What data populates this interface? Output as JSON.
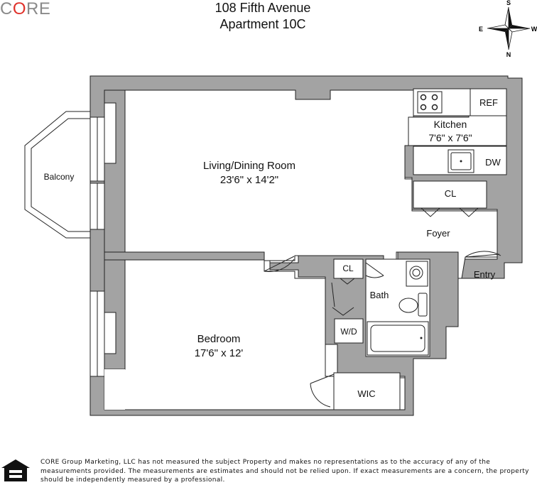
{
  "brand": {
    "name_pre": "C",
    "name_o": "O",
    "name_post": "RE",
    "accent_color": "#e0322b",
    "gray_color": "#8a8a8a"
  },
  "title": {
    "address": "108 Fifth Avenue",
    "unit": "Apartment 10C"
  },
  "compass": {
    "north": "N",
    "south": "S",
    "east": "E",
    "west": "W"
  },
  "rooms": {
    "living": {
      "name": "Living/Dining Room",
      "dims": "23'6\" x 14'2\""
    },
    "kitchen": {
      "name": "Kitchen",
      "dims": "7'6\" x 7'6\""
    },
    "bedroom": {
      "name": "Bedroom",
      "dims": "17'6\" x 12'"
    },
    "balcony": "Balcony",
    "closet_foyer": "CL",
    "foyer": "Foyer",
    "entry": "Entry",
    "closet_bath": "CL",
    "bath": "Bath",
    "washer_dryer": "W/D",
    "walk_in_closet": "WIC",
    "refrigerator": "REF",
    "dishwasher": "DW"
  },
  "footer": {
    "icon": "equal-housing-opportunity-icon",
    "disclaimer": "CORE Group Marketing, LLC has not measured the subject Property and makes no representations as to the accuracy of any of the measurements provided. The measurements are estimates and should not be relied upon. If exact measurements are a concern, the property should be independently measured by a professional."
  },
  "colors": {
    "wall": "#a3a3a3",
    "line": "#222222"
  }
}
